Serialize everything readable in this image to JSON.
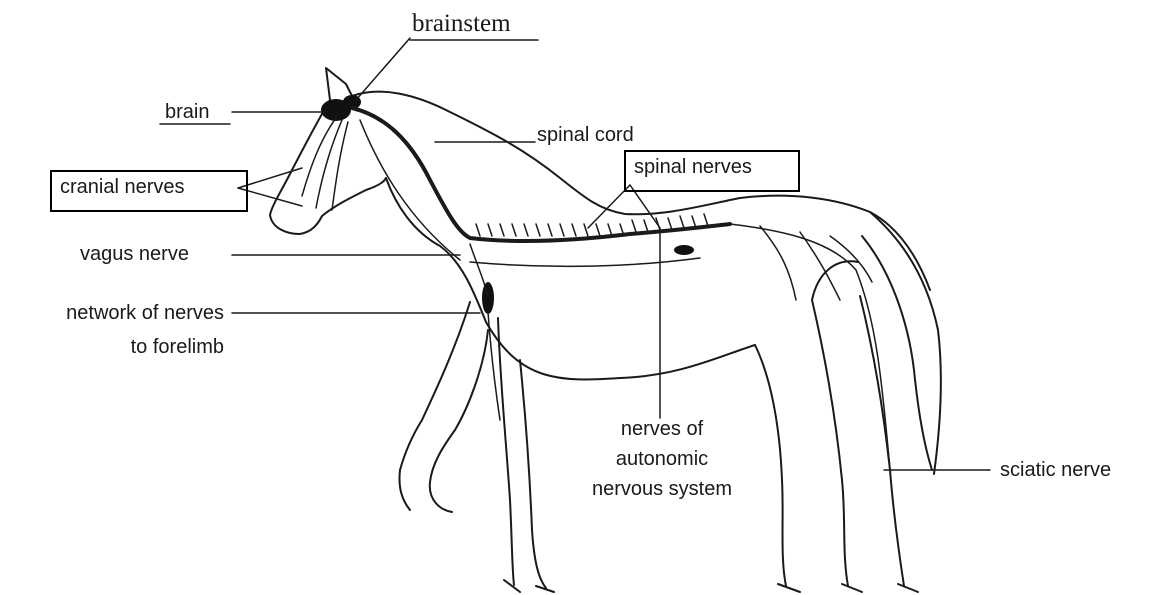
{
  "labels": {
    "brainstem": "brainstem",
    "brain": "brain",
    "spinal_cord": "spinal cord",
    "spinal_nerves": "spinal nerves",
    "cranial_nerves": "cranial nerves",
    "vagus_nerve": "vagus nerve",
    "network_of_nerves_line1": "network of nerves",
    "network_of_nerves_line2": "to forelimb",
    "autonomic_line1": "nerves of",
    "autonomic_line2": "autonomic",
    "autonomic_line3": "nervous system",
    "sciatic_nerve": "sciatic nerve"
  },
  "colors": {
    "ink": "#1a1a1a",
    "background": "#ffffff"
  }
}
